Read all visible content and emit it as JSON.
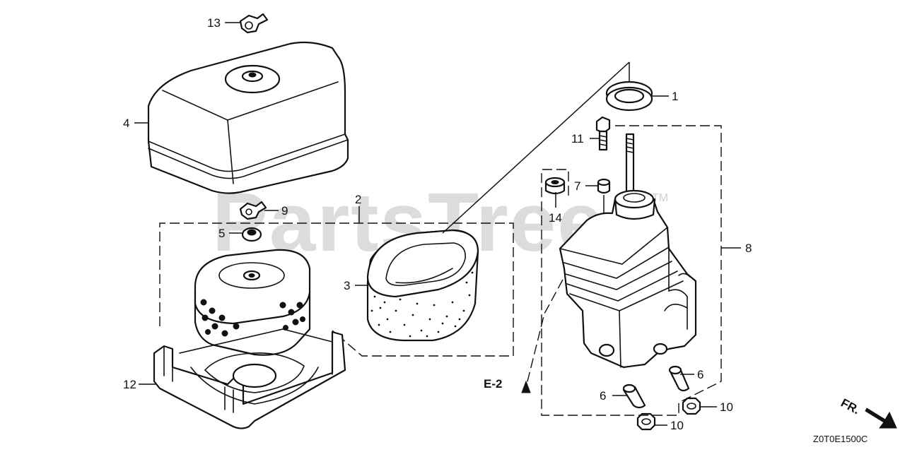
{
  "watermark": {
    "text": "PartsTree",
    "trademark": "TM"
  },
  "callouts": {
    "c1": "1",
    "c2": "2",
    "c3": "3",
    "c4": "4",
    "c5": "5",
    "c6a": "6",
    "c6b": "6",
    "c7": "7",
    "c8": "8",
    "c9": "9",
    "c10a": "10",
    "c10b": "10",
    "c11": "11",
    "c12": "12",
    "c13": "13",
    "c14": "14"
  },
  "reference": {
    "label": "E-2"
  },
  "direction": {
    "label": "FR."
  },
  "diagram_code": "Z0T0E1500C",
  "colors": {
    "line": "#111111",
    "watermark": "#dcdcdc",
    "background": "#ffffff"
  }
}
